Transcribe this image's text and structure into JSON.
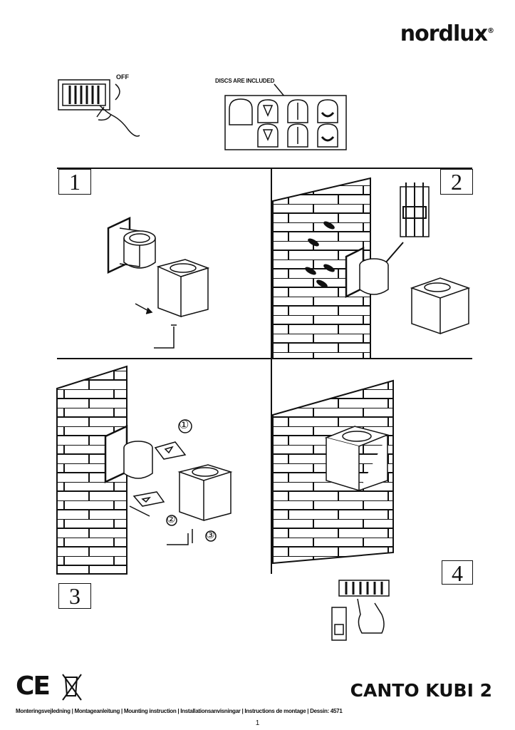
{
  "brand": {
    "name": "nordlux",
    "mark": "®"
  },
  "top": {
    "switch_label": "OFF",
    "discs_label": "DISCS ARE INCLUDED"
  },
  "steps": [
    {
      "number": "1"
    },
    {
      "number": "2"
    },
    {
      "number": "3"
    },
    {
      "number": "4"
    }
  ],
  "callouts": {
    "c1": "①",
    "c2": "②",
    "c3": "③"
  },
  "footer": {
    "marks": "CE",
    "product_name": "CANTO KUBI 2",
    "instructions_line": "Monteringsvejledning | Montageanleitung | Mounting instruction | Installationsanvisningar | Instructions de montage | Dessin: 4571",
    "page_number": "1"
  },
  "colors": {
    "ink": "#111111",
    "background": "#ffffff"
  }
}
